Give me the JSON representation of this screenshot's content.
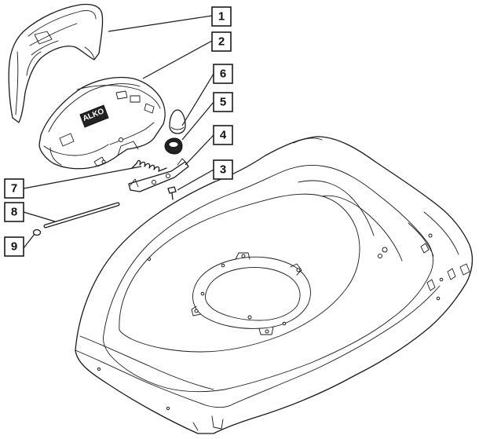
{
  "callouts": [
    {
      "id": "1",
      "label": "1"
    },
    {
      "id": "2",
      "label": "2"
    },
    {
      "id": "3",
      "label": "3"
    },
    {
      "id": "4",
      "label": "4"
    },
    {
      "id": "5",
      "label": "5"
    },
    {
      "id": "6",
      "label": "6"
    },
    {
      "id": "7",
      "label": "7"
    },
    {
      "id": "8",
      "label": "8"
    },
    {
      "id": "9",
      "label": "9"
    }
  ],
  "colors": {
    "line": "#1a1a1a",
    "fill": "#ffffff",
    "dark": "#222222"
  }
}
